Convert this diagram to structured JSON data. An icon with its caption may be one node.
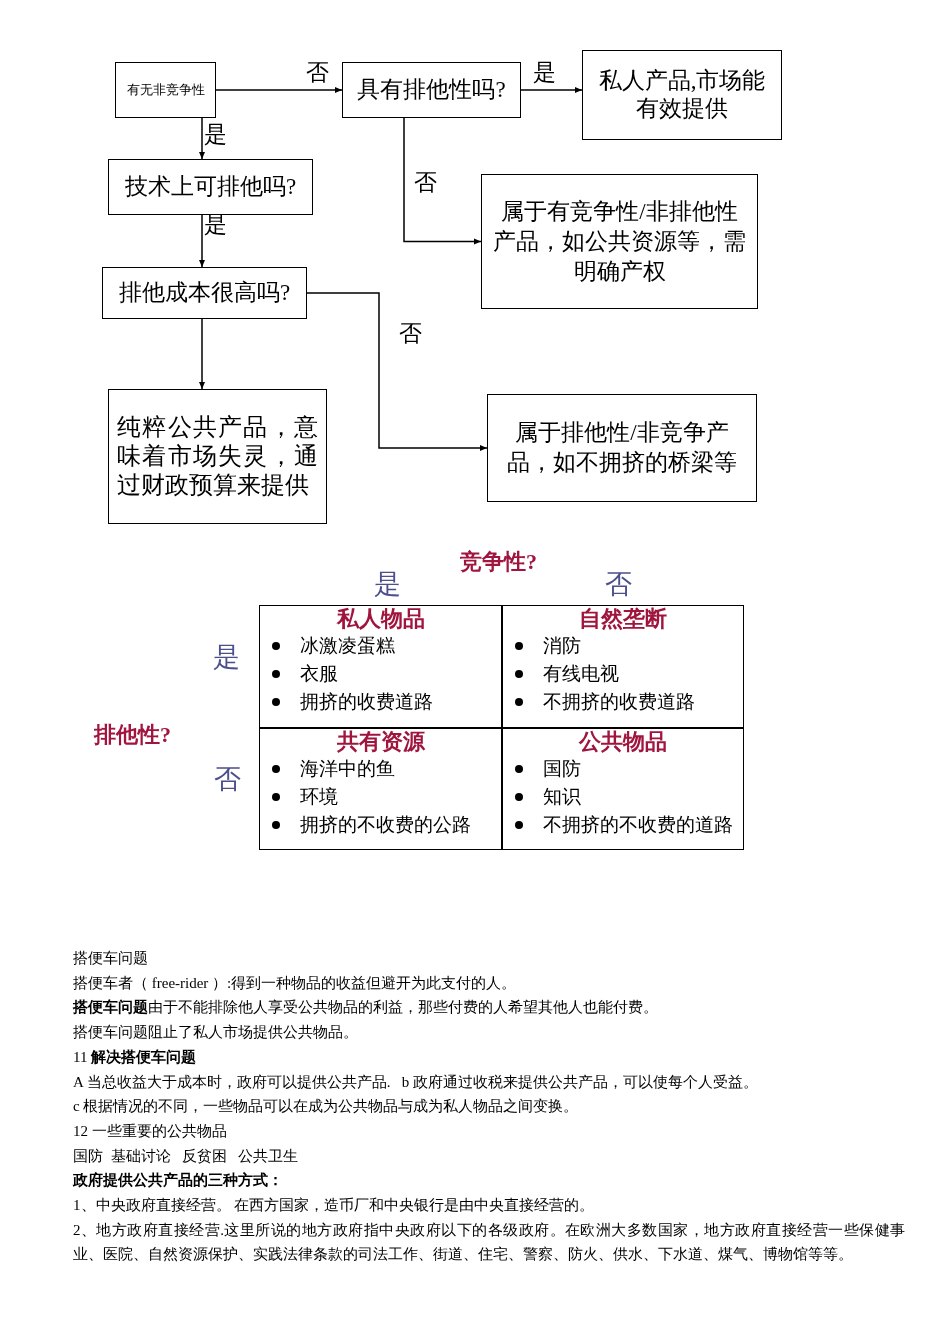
{
  "diagram": {
    "nodes": [
      {
        "text": [
          "有无非竞争性"
        ]
      },
      {
        "text": [
          "具有排他性吗?"
        ]
      },
      {
        "text": [
          "私人产品,市场能有效提供"
        ]
      },
      {
        "text": [
          "技术上可排他吗?"
        ]
      },
      {
        "text": [
          "属于有竞争性/非排他性产品，如公共资源等，需明确产权"
        ]
      },
      {
        "text": [
          "排他成本很高吗?"
        ]
      },
      {
        "text": [
          "纯粹公共产品，意味着市场失灵，通过财政预算来提供"
        ]
      },
      {
        "text": [
          "属于排他性/非竞争产品，如不拥挤的桥梁等"
        ]
      },
      {
        "text": [
          "私人物品",
          "冰激凌蛋糕",
          "衣服",
          "拥挤的收费道路"
        ]
      },
      {
        "text": [
          "自然垄断",
          "消防",
          "有线电视",
          "不拥挤的收费道路"
        ]
      },
      {
        "text": [
          "共有资源",
          "海洋中的鱼",
          "环境",
          "拥挤的不收费的公路"
        ]
      },
      {
        "text": [
          "公共物品",
          "国防",
          "知识",
          "不拥挤的不收费的道路"
        ]
      }
    ],
    "edges": [
      {
        "from": 0,
        "to": 1,
        "arrow": "to",
        "label": "否"
      },
      {
        "from": 1,
        "to": 2,
        "arrow": "to",
        "label": "是"
      },
      {
        "from": 0,
        "to": 3,
        "arrow": "to",
        "label": "是"
      },
      {
        "from": 1,
        "to": 4,
        "arrow": "to",
        "label": "否"
      },
      {
        "from": 3,
        "to": 5,
        "arrow": "to",
        "label": "是"
      },
      {
        "from": 5,
        "to": 6,
        "arrow": "to"
      },
      {
        "from": 5,
        "to": 7,
        "arrow": "to",
        "label": "否"
      }
    ],
    "labels": [
      "竞争性?",
      "是",
      "否",
      "是",
      "排他性?",
      "否",
      "搭便车问题",
      "搭便车者（ free-rider ）:得到一种物品的收益但避开为此支付的人。",
      "**搭便车问题**由于不能排除他人享受公共物品的利益，那些付费的人希望其他人也能付费。",
      "搭便车问题阻止了私人市场提供公共物品。",
      "11 **解决搭便车问题**",
      "A 当总收益大于成本时，政府可以提供公共产品.   b 政府通过收税来提供公共产品，可以使每个人受益。",
      "c 根据情况的不同，一些物品可以在成为公共物品与成为私人物品之间变换。",
      "12 一些重要的公共物品",
      "国防  基础讨论   反贫困   公共卫生",
      "**政府提供公共产品的三种方式：**",
      "1、中央政府直接经营。 在西方国家，造币厂和中央银行是由中央直接经营的。",
      "2、地方政府直接经营.这里所说的地方政府指中央政府以下的各级政府。在欧洲大多数国家，地方政府直接经营一些保健事业、医院、自然资源保护、实践法律条款的司法工作、街道、住宅、警察、防火、供水、下水道、煤气、博物馆等等。"
    ]
  }
}
